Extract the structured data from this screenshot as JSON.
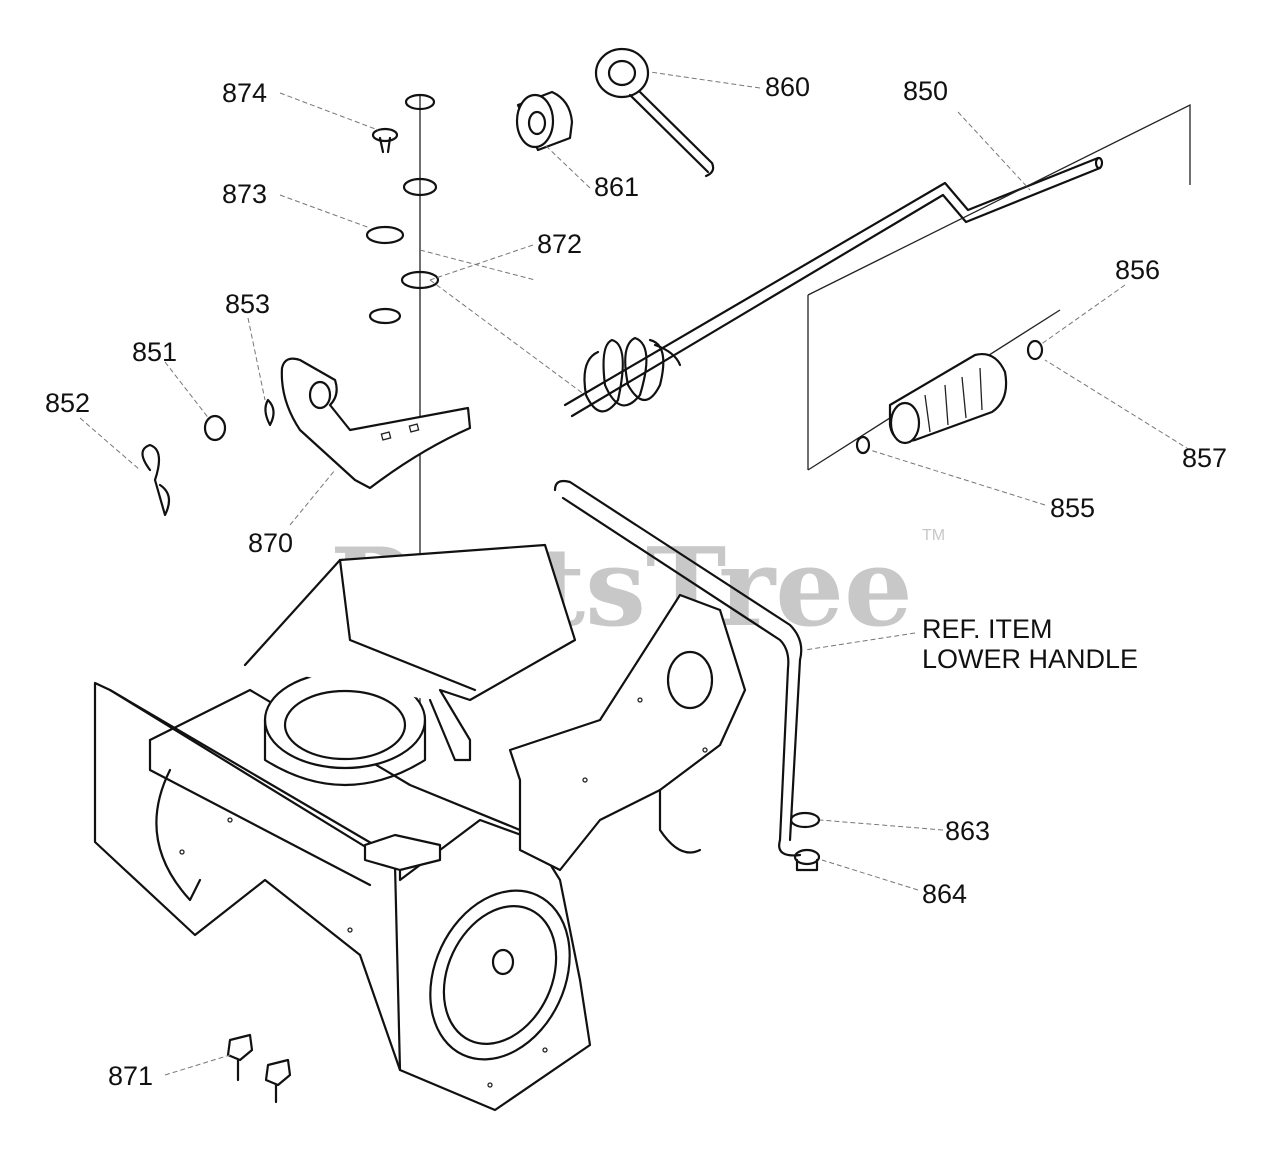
{
  "watermark": {
    "text": "PartsTree",
    "trademark": "TM"
  },
  "reference": {
    "line1": "REF. ITEM",
    "line2": "LOWER HANDLE"
  },
  "callouts": [
    {
      "id": "850",
      "label": "850"
    },
    {
      "id": "851",
      "label": "851"
    },
    {
      "id": "852",
      "label": "852"
    },
    {
      "id": "853",
      "label": "853"
    },
    {
      "id": "855",
      "label": "855"
    },
    {
      "id": "856",
      "label": "856"
    },
    {
      "id": "857",
      "label": "857"
    },
    {
      "id": "860",
      "label": "860"
    },
    {
      "id": "861",
      "label": "861"
    },
    {
      "id": "863",
      "label": "863"
    },
    {
      "id": "864",
      "label": "864"
    },
    {
      "id": "870",
      "label": "870"
    },
    {
      "id": "871",
      "label": "871"
    },
    {
      "id": "872",
      "label": "872"
    },
    {
      "id": "873",
      "label": "873"
    },
    {
      "id": "874",
      "label": "874"
    }
  ]
}
